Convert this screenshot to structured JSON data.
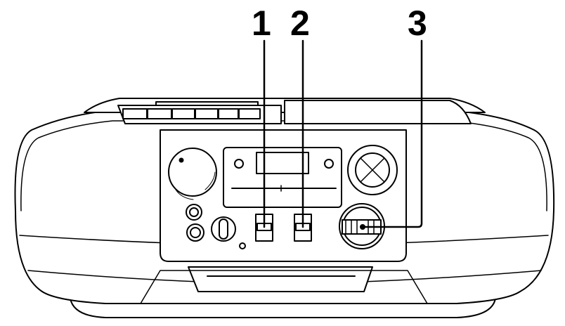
{
  "callouts": [
    {
      "label": "1",
      "target": "left-slide-switch"
    },
    {
      "label": "2",
      "target": "right-slide-switch"
    },
    {
      "label": "3",
      "target": "tuning-dial"
    }
  ],
  "colors": {
    "line": "#000000",
    "body": "#ffffff",
    "detail": "#d9d9d9"
  }
}
